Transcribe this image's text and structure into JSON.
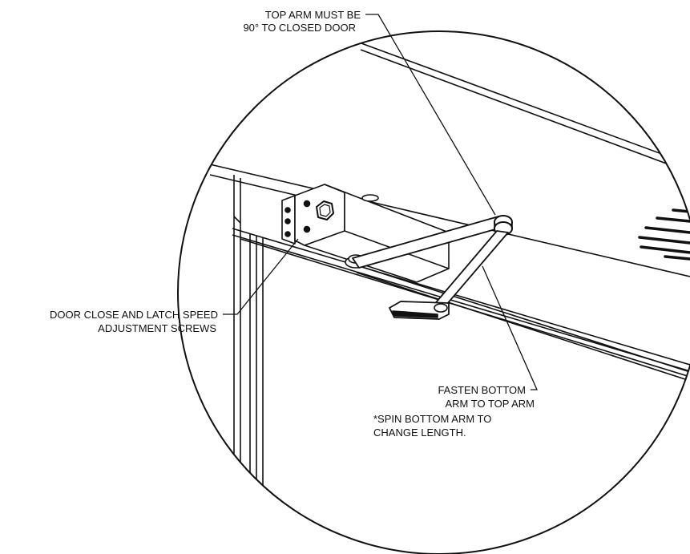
{
  "callouts": {
    "top_arm": {
      "line1": "TOP ARM MUST BE",
      "line2": "90° TO CLOSED DOOR"
    },
    "speed_screws": {
      "line1": "DOOR CLOSE AND LATCH SPEED",
      "line2": "ADJUSTMENT SCREWS"
    },
    "fasten_arm": {
      "line1": "FASTEN BOTTOM",
      "line2": "ARM TO TOP ARM"
    },
    "spin_note": {
      "line1": "*SPIN BOTTOM ARM TO",
      "line2": "CHANGE LENGTH."
    }
  },
  "colors": {
    "ink": "#111111",
    "background": "#ffffff"
  }
}
